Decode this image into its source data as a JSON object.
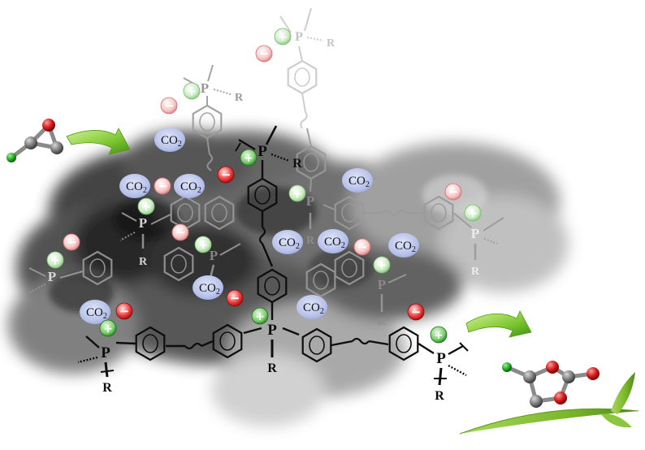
{
  "diagram": {
    "labels": {
      "co2": "CO",
      "co2_sub": "2",
      "phosphorus": "P",
      "substituent": "R",
      "cation": "+",
      "anion": "−"
    },
    "colors": {
      "smoke_dark": "#2b2b2b",
      "smoke_light": "#b5b5b5",
      "co2_bubble": "#b9c3ea",
      "cation_green": "#3a9a3a",
      "anion_red": "#d81818",
      "arrow_green": "#7fc832",
      "oxygen_red": "#d01818",
      "carbon_grey": "#7a7a7a",
      "chlorine_green": "#22aa22",
      "leaf_green": "#8cc63f"
    },
    "co2_bubbles": [
      {
        "id": "co2-1"
      },
      {
        "id": "co2-2"
      },
      {
        "id": "co2-3"
      },
      {
        "id": "co2-4"
      },
      {
        "id": "co2-5"
      },
      {
        "id": "co2-6"
      },
      {
        "id": "co2-7"
      },
      {
        "id": "co2-8"
      },
      {
        "id": "co2-9"
      },
      {
        "id": "co2-10"
      },
      {
        "id": "co2-11"
      }
    ],
    "icons": [
      "epoxide-molecule-icon",
      "cyclic-carbonate-molecule-icon",
      "green-arrow-icon",
      "leaf-icon",
      "smoke-cloud-icon"
    ]
  }
}
